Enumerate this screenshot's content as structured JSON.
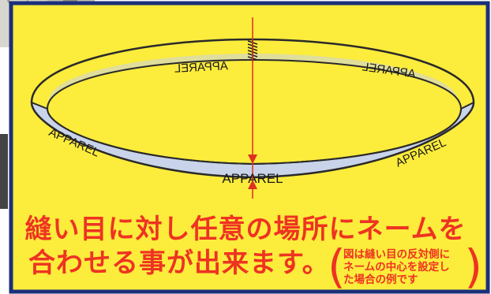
{
  "colors": {
    "panel_background": "#fcec3c",
    "panel_border": "#1c2f7a",
    "band_fill": "#c9d4ea",
    "band_outline": "#2a2a2a",
    "seam_arrow": "#e03020",
    "caption_text": "#ee3322"
  },
  "band": {
    "labels": [
      "APPAREL",
      "APPAREL",
      "APPAREL",
      "APPAREL",
      "APPAREL"
    ]
  },
  "icons": [
    "seam-stitch-icon",
    "downward-arrow-icon",
    "upward-arrow-icon"
  ],
  "caption": {
    "line1": "縫い目に対し任意の場所にネームを",
    "line2": "合わせる事が出来ます。"
  },
  "note": {
    "open_paren": "(",
    "close_paren": ")",
    "lines": [
      "図は縫い目の反対側に",
      "ネームの中心を設定し",
      "た場合の例です"
    ]
  }
}
